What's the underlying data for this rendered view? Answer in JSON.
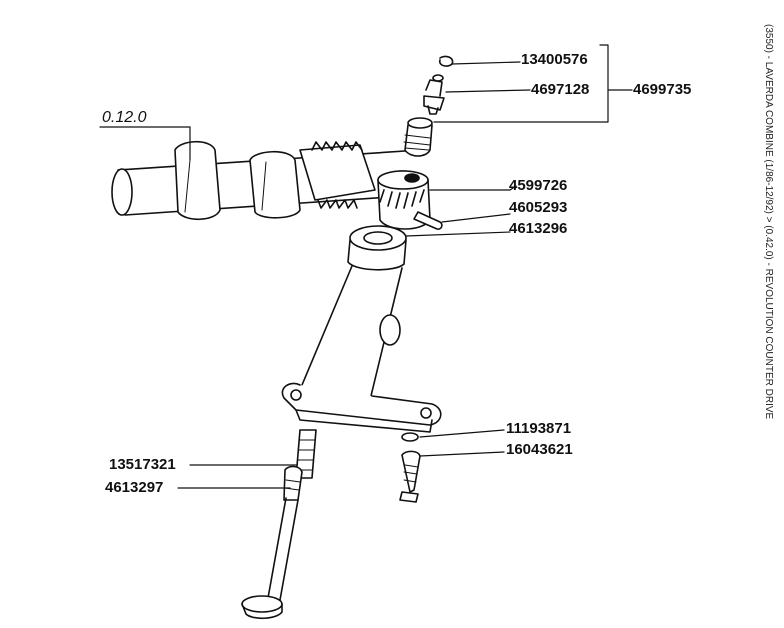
{
  "caption": "(3550) - LAVERDA COMBINE (1/86-12/92) > (0.42.0) - REVOLUTION COUNTER DRIVE",
  "reference_label": "0.12.0",
  "parts": [
    {
      "number": "13400576"
    },
    {
      "number": "4697128"
    },
    {
      "number": "4699735"
    },
    {
      "number": "4599726"
    },
    {
      "number": "4605293"
    },
    {
      "number": "4613296"
    },
    {
      "number": "11193871"
    },
    {
      "number": "16043621"
    },
    {
      "number": "13517321"
    },
    {
      "number": "4613297"
    }
  ]
}
